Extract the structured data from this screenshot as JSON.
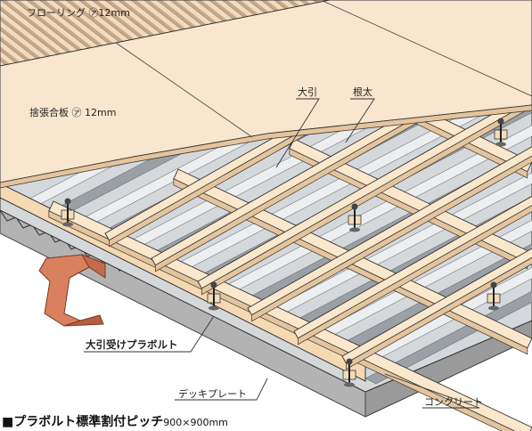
{
  "labels": {
    "flooring": "フローリング ㋐12mm",
    "plywood": "捨張合板 ㋐ 12mm",
    "obiki": "大引",
    "neda": "根太",
    "bolt": "大引受けプラボルト",
    "deck": "デッキプレート",
    "concrete": "コンクリート"
  },
  "caption": {
    "title": "■プラボルト標準割付ピッチ",
    "dims": "900×900",
    "unit": "mm"
  },
  "colors": {
    "flooring_stripe": "#b89674",
    "flooring_base": "#f0dcc2",
    "plywood": "#f8e6cf",
    "joist_top": "#fbe8cc",
    "joist_side": "#e5c49d",
    "deck_light": "#e4e6e8",
    "deck_dark": "#9a9ea3",
    "concrete": "#aeaeae",
    "steel_beam": "#d9805f"
  }
}
